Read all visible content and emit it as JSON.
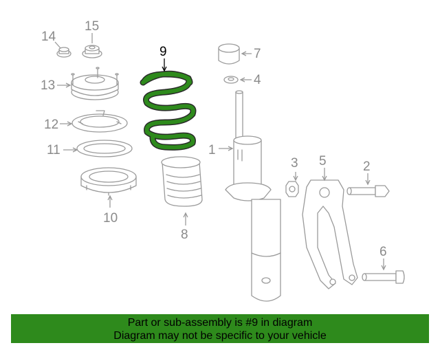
{
  "diagram": {
    "highlighted_part": "9",
    "highlight_color": "#2e8a1c",
    "line_color": "#9a9a9a",
    "callouts": [
      "1",
      "2",
      "3",
      "4",
      "5",
      "6",
      "7",
      "8",
      "9",
      "10",
      "11",
      "12",
      "13",
      "14",
      "15"
    ]
  },
  "banner": {
    "line1": "Part or sub-assembly is #9 in diagram",
    "line2": "Diagram may not be specific to your vehicle",
    "background": "#2e8a1c"
  }
}
